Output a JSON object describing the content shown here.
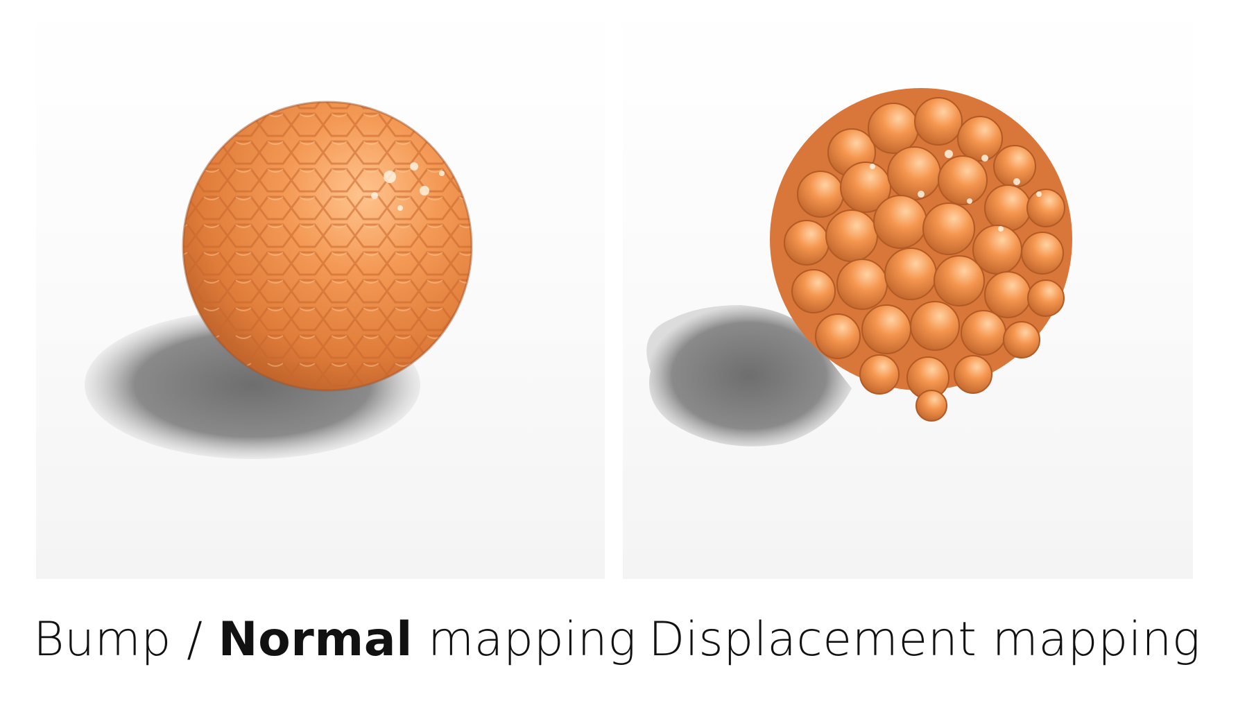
{
  "figure": {
    "left_panel": {
      "caption_prefix": "Bump / ",
      "caption_bold": "Normal",
      "caption_suffix": " mapping",
      "sphere_icon": "smooth-bumpy-sphere-icon"
    },
    "right_panel": {
      "caption": "Displacement mapping",
      "sphere_icon": "lumpy-displaced-sphere-icon"
    },
    "colors": {
      "sphere_orange": "#f08a45",
      "sphere_highlight": "#ffd9a6",
      "shadow": "#7a7a7a",
      "background": "#ffffff",
      "text": "#111111"
    }
  }
}
